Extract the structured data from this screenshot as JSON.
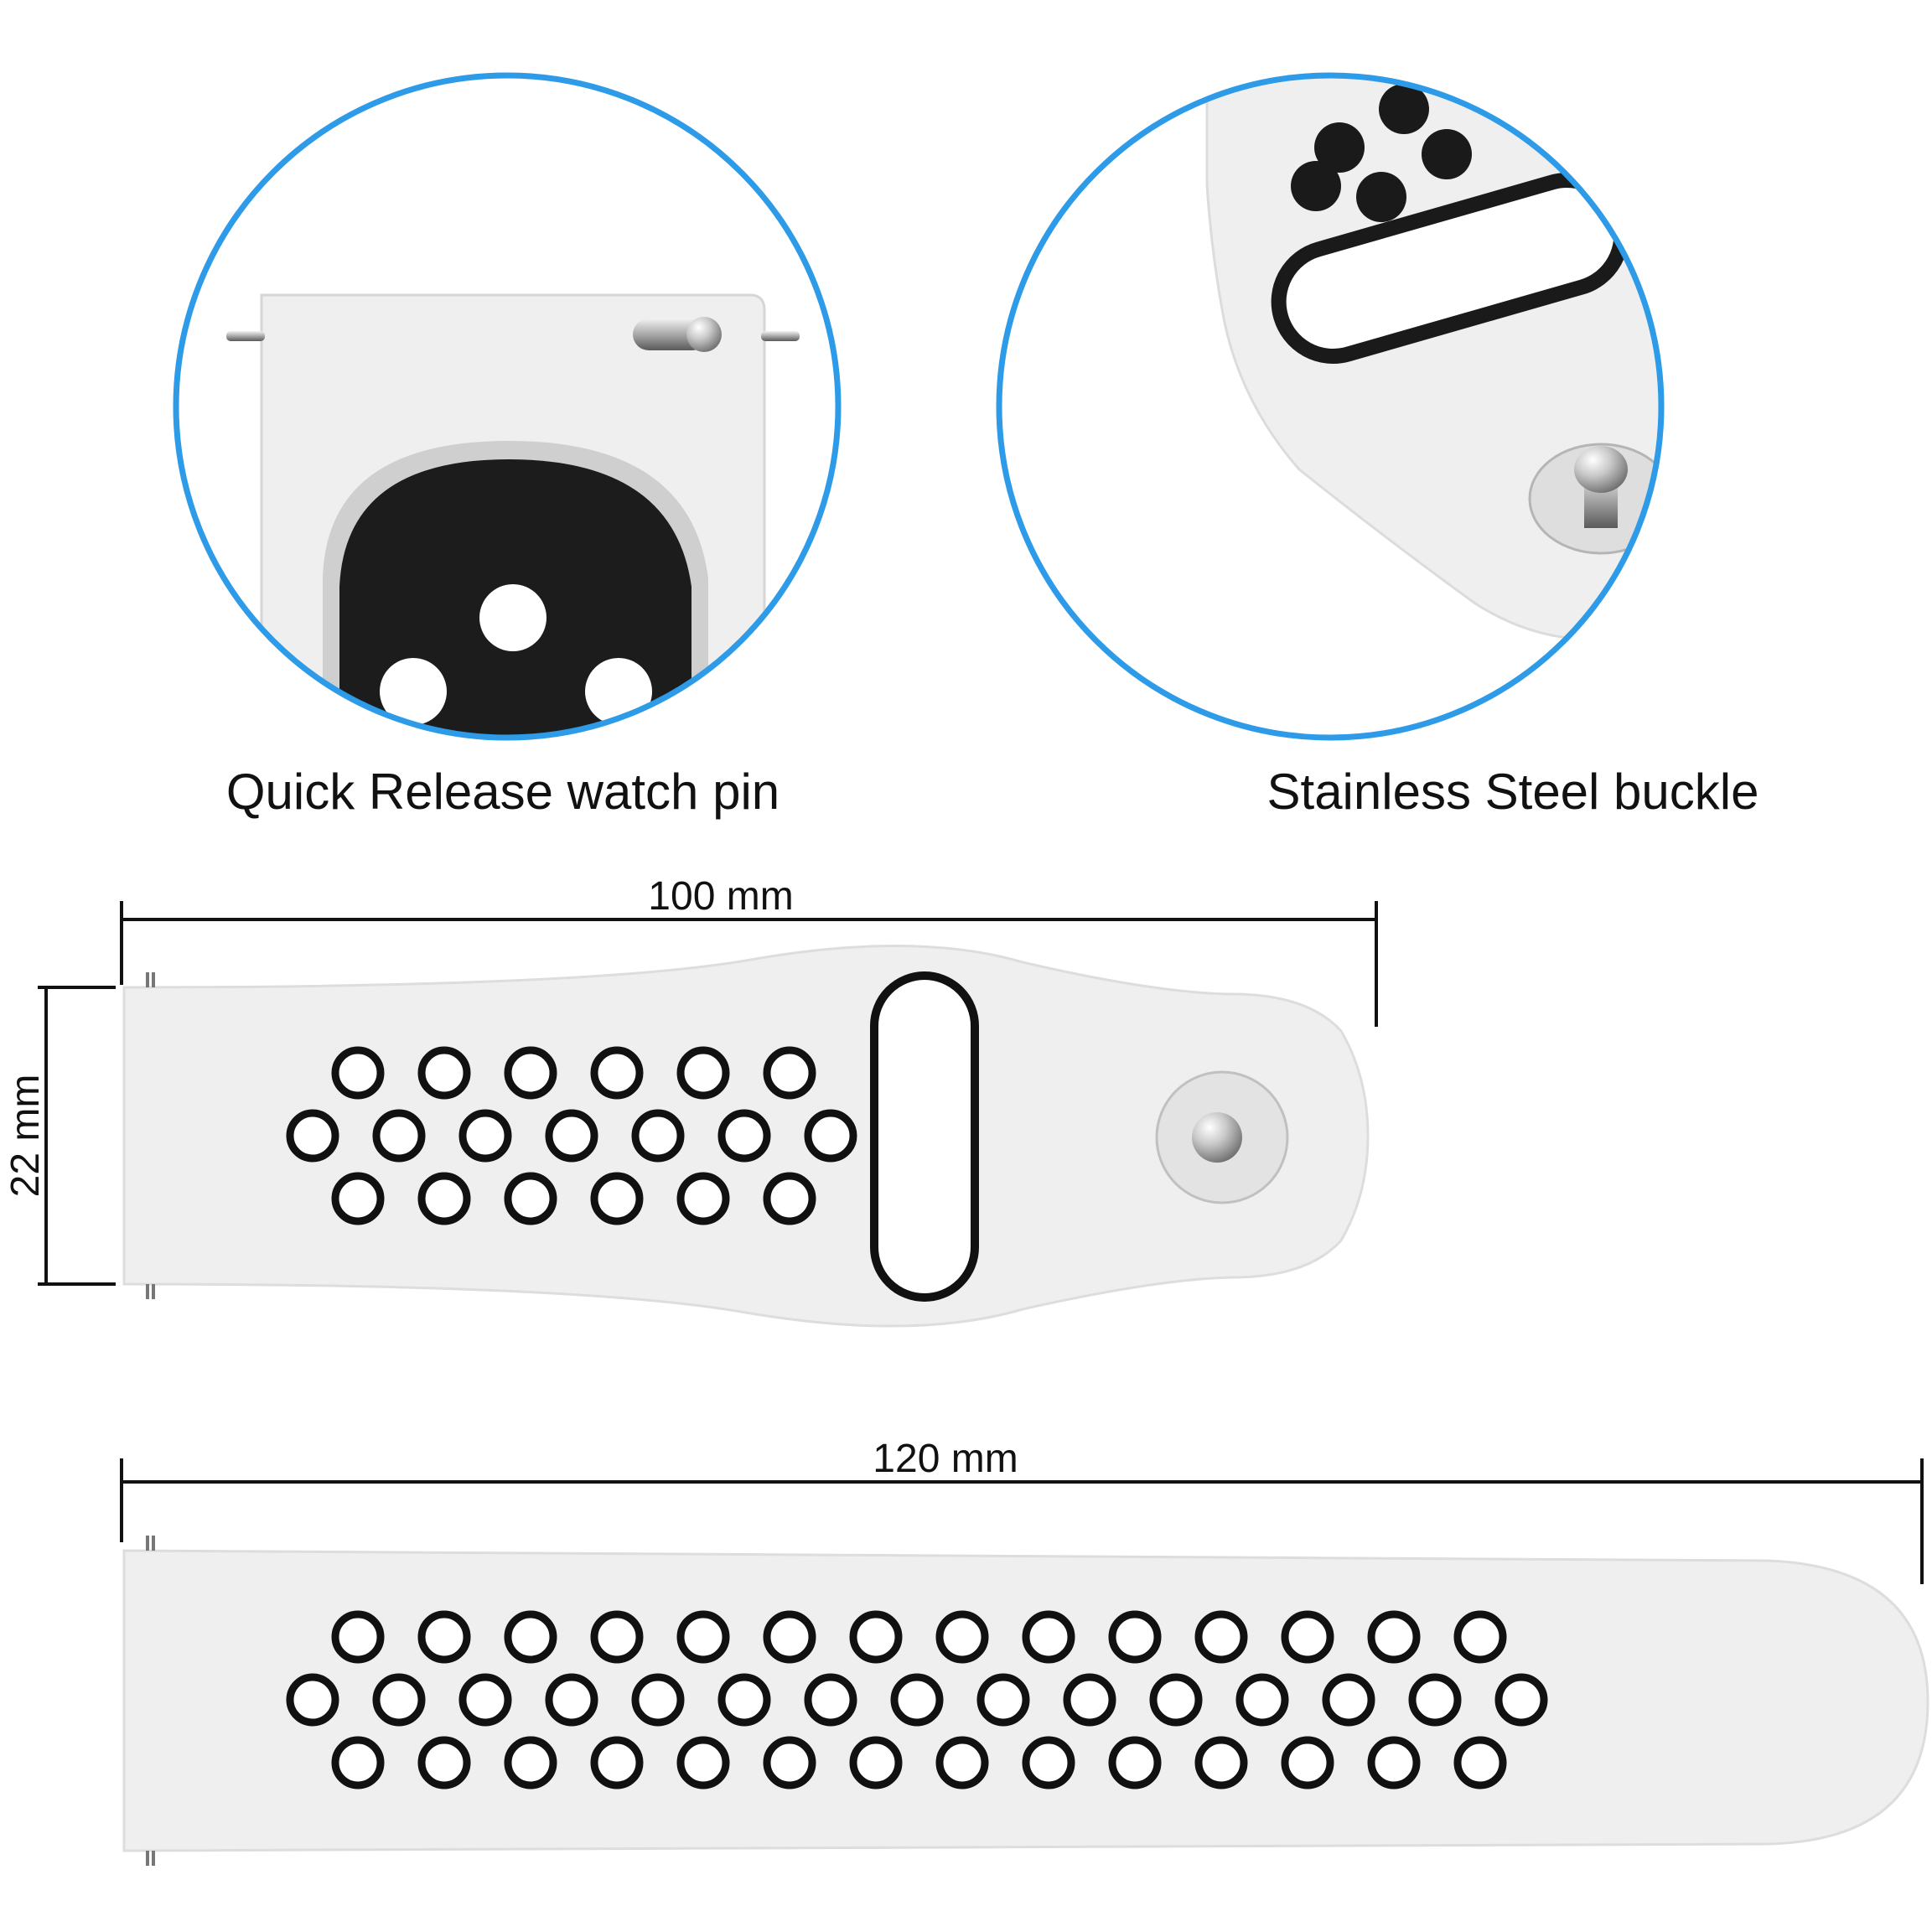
{
  "callouts": [
    {
      "label": "Quick Release watch pin",
      "icon": "quick-release-pin-closeup"
    },
    {
      "label": "Stainless Steel buckle",
      "icon": "steel-buckle-closeup"
    }
  ],
  "dimensions": {
    "short_strap_length": "100 mm",
    "strap_width": "22 mm",
    "long_strap_length": "120 mm"
  },
  "colors": {
    "ring": "#2d9be8",
    "strap": "#efefef",
    "accent": "#111111",
    "metal": "#b8b8b8"
  }
}
